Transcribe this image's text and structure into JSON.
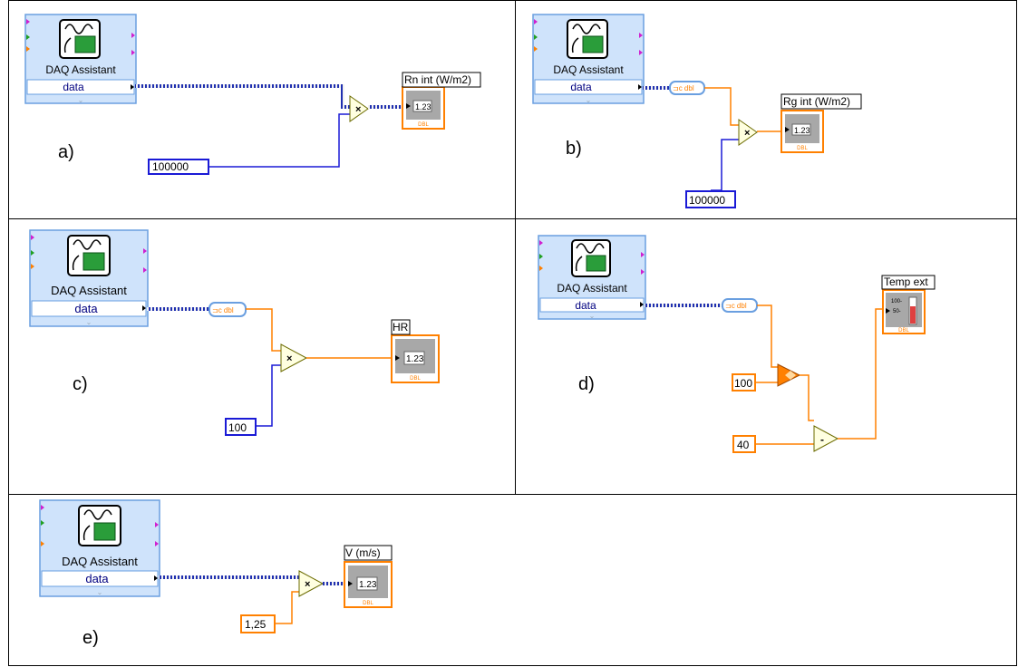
{
  "colors": {
    "frame": "#000000",
    "daq_fill": "#cfe3fb",
    "daq_border": "#6a9fe0",
    "daq_label": "#000000",
    "data_text": "#000080",
    "dbl_wire": "#ff8000",
    "dyn_wire_a": "#2030b0",
    "dyn_wire_b": "#f2f2f2",
    "blue_const": "#1a1ad6",
    "orange_const": "#ff8000",
    "indicator_grey": "#a8a8a8",
    "multiply_fill": "#ffffe0",
    "thermometer": "#e04040"
  },
  "common": {
    "daq_title": "DAQ Assistant",
    "daq_output": "data",
    "indicator_value": "1.23",
    "indicator_type": "DBL",
    "multiply_symbol": "×",
    "subtract_symbol": "-",
    "converter_text": "⊐c dbl",
    "daq_icon": "daq-assistant-icon"
  },
  "panels": {
    "a": {
      "label": "a)",
      "constant": "100000",
      "indicator_label": "Rn int (W/m2)"
    },
    "b": {
      "label": "b)",
      "constant": "100000",
      "indicator_label": "Rg int (W/m2)"
    },
    "c": {
      "label": "c)",
      "constant": "100",
      "indicator_label": "HR"
    },
    "d": {
      "label": "d)",
      "constant_top": "100",
      "constant_bottom": "40",
      "indicator_label": "Temp ext",
      "thermo_ticks": [
        "100-",
        "50-"
      ]
    },
    "e": {
      "label": "e)",
      "constant": "1,25",
      "indicator_label": "V (m/s)"
    }
  }
}
